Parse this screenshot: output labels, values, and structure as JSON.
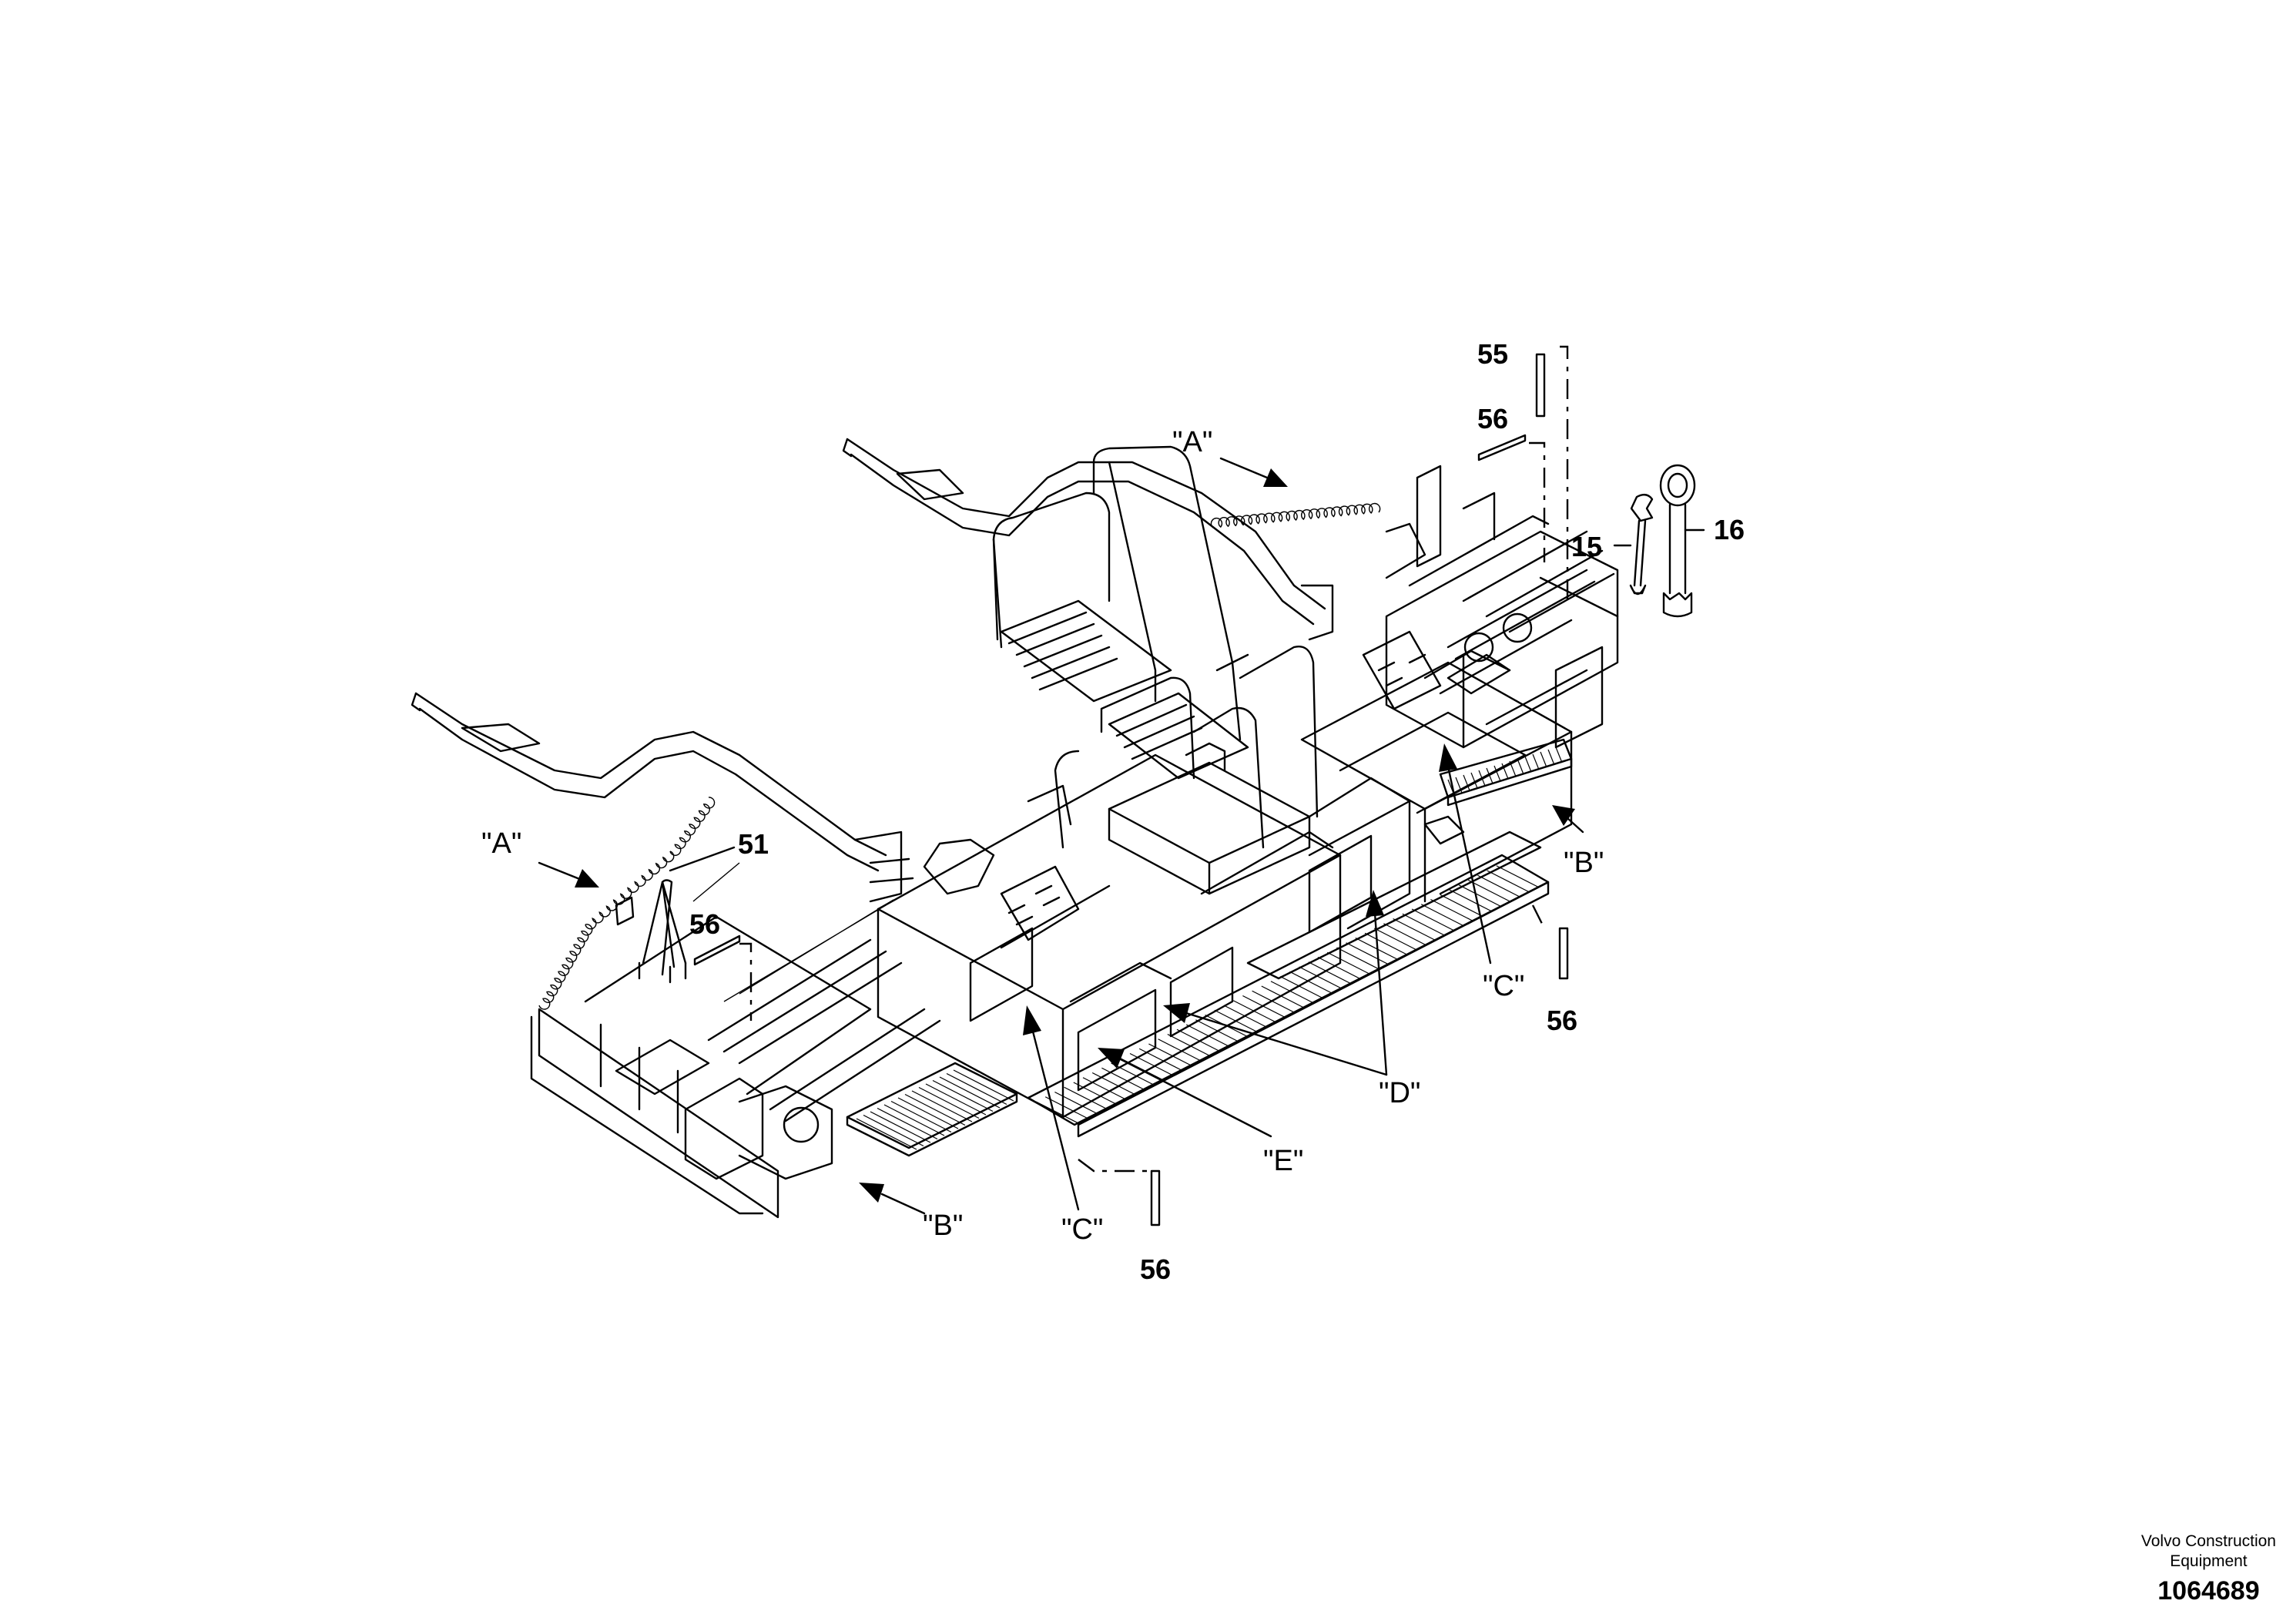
{
  "parts": {
    "p15": "15",
    "p16": "16",
    "p51": "51",
    "p55": "55",
    "p56a": "56",
    "p56b": "56",
    "p56c": "56",
    "p56d": "56"
  },
  "views": {
    "a1": "\"A\"",
    "a2": "\"A\"",
    "b1": "\"B\"",
    "b2": "\"B\"",
    "c1": "\"C\"",
    "c2": "\"C\"",
    "d": "\"D\"",
    "e": "\"E\""
  },
  "footer": {
    "brand_line1": "Volvo Construction",
    "brand_line2": "Equipment",
    "drawing_number": "1064689"
  }
}
